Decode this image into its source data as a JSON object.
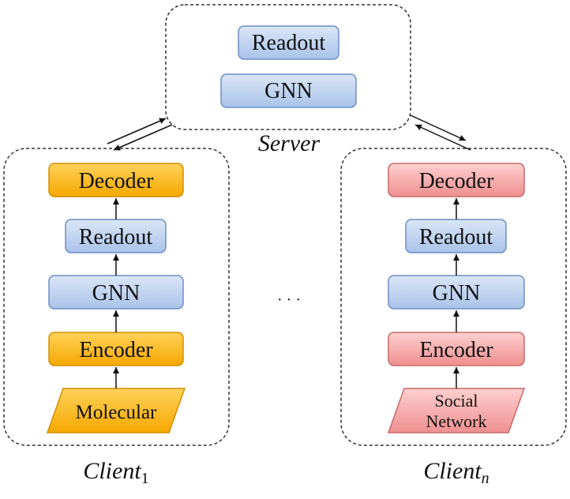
{
  "server": {
    "readout_label": "Readout",
    "gnn_label": "GNN",
    "caption": "Server"
  },
  "client_1": {
    "decoder_label": "Decoder",
    "readout_label": "Readout",
    "gnn_label": "GNN",
    "encoder_label": "Encoder",
    "input_label": "Molecular",
    "caption_base": "Client",
    "caption_sub": "1"
  },
  "client_n": {
    "decoder_label": "Decoder",
    "readout_label": "Readout",
    "gnn_label": "GNN",
    "encoder_label": "Encoder",
    "input_label_line1": "Social",
    "input_label_line2": "Network",
    "caption_base": "Client",
    "caption_sub": "n"
  },
  "ellipsis": "· · ·",
  "colors": {
    "blue_fill_top": "#dbe6f7",
    "blue_fill_bottom": "#a9c3ea",
    "blue_stroke": "#6f8fc4",
    "orange_fill_top": "#ffd25a",
    "orange_fill_bottom": "#f6a800",
    "orange_stroke": "#d48f00",
    "red_fill_top": "#ffd0d0",
    "red_fill_bottom": "#ef8f8f",
    "red_stroke": "#c96a6a"
  }
}
